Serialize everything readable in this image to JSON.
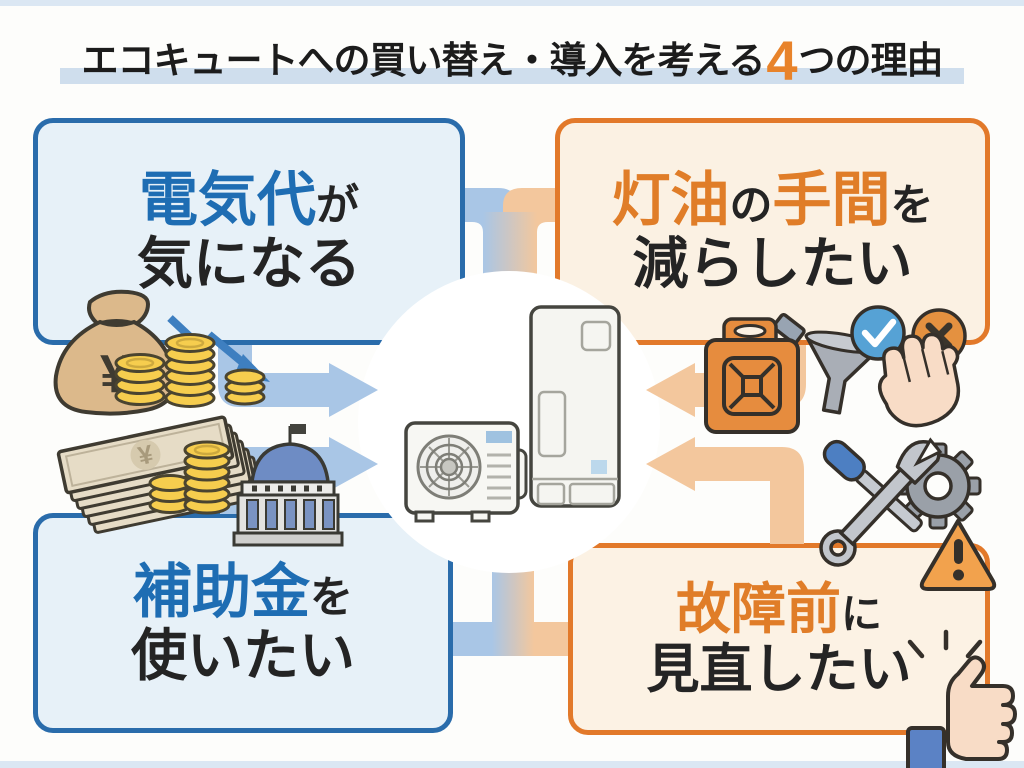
{
  "title": {
    "pre": "エコキュートへの買い替え・導入を考える",
    "number": "4",
    "post": "つの理由"
  },
  "boxes": {
    "top_left": {
      "l1a": "電気代",
      "l1b": "が",
      "line2": "気になる"
    },
    "top_right": {
      "l1a": "灯油",
      "l1b": "の",
      "l1c": "手間",
      "l1d": "を",
      "line2": "減らしたい"
    },
    "bottom_left": {
      "l1a": "補助金",
      "l1b": "を",
      "line2": "使いたい"
    },
    "bottom_right": {
      "l1a": "故障前",
      "l1b": "に",
      "line2": "見直したい"
    }
  },
  "icons": {
    "yen": "¥",
    "warning_mark": "!",
    "top_left": [
      "money-bag-icon",
      "decline-arrow-icon",
      "coin-stack-icon"
    ],
    "top_right": [
      "kerosene-can-icon",
      "funnel-icon",
      "check-circle-icon",
      "cross-circle-icon",
      "hand-stop-icon"
    ],
    "bottom_left": [
      "cash-bills-icon",
      "coin-stack-icon",
      "government-building-icon"
    ],
    "bottom_right": [
      "gear-icon",
      "screwdriver-icon",
      "wrench-icon",
      "warning-triangle-icon",
      "thumbs-up-icon"
    ],
    "center": [
      "heat-pump-unit",
      "water-tank-unit"
    ]
  },
  "colors": {
    "blue_accent": "#1e6db3",
    "blue_border": "#2a6cab",
    "blue_fill": "#e7f1f8",
    "orange_accent": "#e07d28",
    "orange_border": "#e2792a",
    "orange_fill": "#fbf1e3",
    "blue_arrow": "#a9c6e6",
    "orange_arrow": "#f3c79d",
    "title_number": "#e8832a",
    "title_band": "#cfdeed",
    "text_dark": "#242424"
  }
}
